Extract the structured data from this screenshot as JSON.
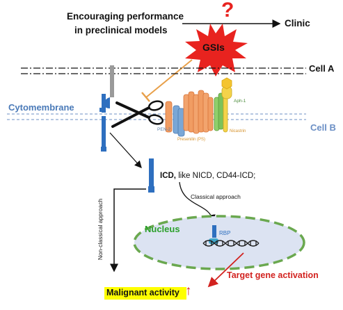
{
  "header": {
    "line1": "Encouraging performance",
    "line2": "in preclinical models",
    "question_mark": "?",
    "clinic": "Clinic"
  },
  "drug": {
    "label": "GSIs"
  },
  "cells": {
    "cell_a": "Cell A",
    "cell_b": "Cell B",
    "membrane": "Cytomembrane"
  },
  "complex": {
    "pen2": "PEN-2",
    "aph1": "Aph-1",
    "nicastrin": "Nicastrin",
    "presenilin": "Presenilin (PS)"
  },
  "icd": {
    "bold": "ICD,",
    "rest": " like NICD, CD44-ICD;"
  },
  "pathways": {
    "classical": "Classical approach",
    "non_classical": "Non-classical approach"
  },
  "nucleus": {
    "label": "Nucleus",
    "rbp": "RBP"
  },
  "outcomes": {
    "target": "Target gene activation",
    "malignant": "Malignant activity",
    "up_arrow": "↑"
  },
  "colors": {
    "accent_red": "#e8231f",
    "nucleus_border": "#6aa84f",
    "nucleus_fill": "#dce3f2",
    "receptor_blue": "#2e6fbf",
    "membrane_blue": "#6b8fc5",
    "highlight_yellow": "#ffff00",
    "nucleus_text": "#2ca02c"
  }
}
